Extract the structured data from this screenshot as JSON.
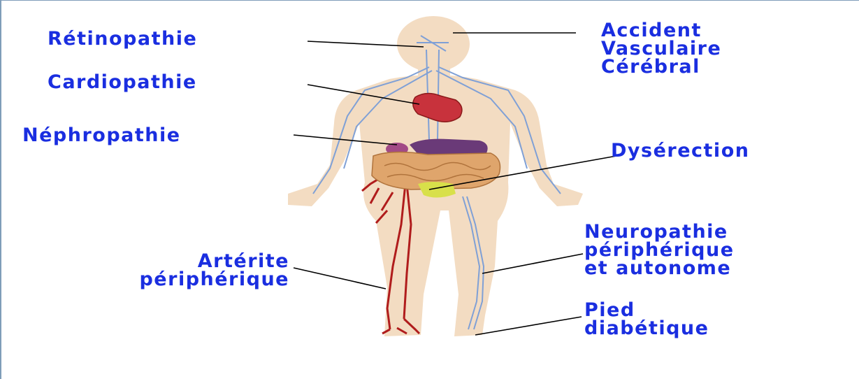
{
  "labels": {
    "retinopathie": "Rétinopathie",
    "cardiopathie": "Cardiopathie",
    "nephropathie": "Néphropathie",
    "arterite": [
      "Artérite",
      "périphérique"
    ],
    "avc": [
      "Accident",
      "Vasculaire",
      "Cérébral"
    ],
    "dyserection": "Dysérection",
    "neuropathie": [
      "Neuropathie",
      "périphérique",
      "et autonome"
    ],
    "pied": [
      "Pied",
      "diabétique"
    ]
  },
  "colors": {
    "label_text": "#1a2ee0",
    "skin": "#f3dcc2",
    "nerves": "#7fa0d6",
    "arteries": "#b01c1c",
    "heart": "#c8323c",
    "intestine": "#dfa56c",
    "stomach": "#6a3a78",
    "bladder": "#d8e04a",
    "leader_lines": "#000000"
  }
}
